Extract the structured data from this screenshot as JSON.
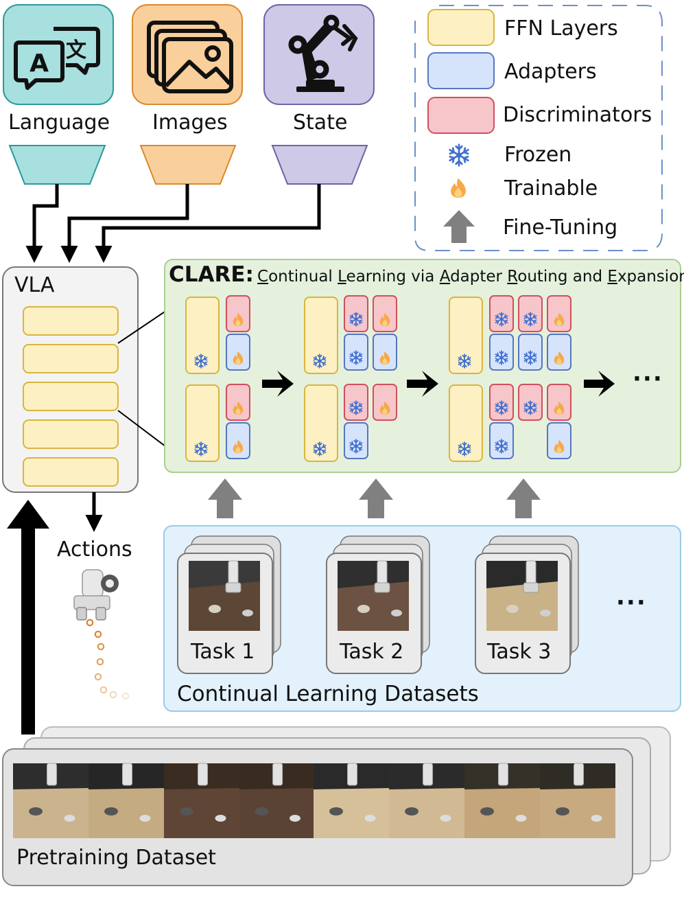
{
  "modalities": [
    {
      "label": "Language",
      "icon": "language-translate-icon",
      "fill": "#a8dfdf",
      "stroke": "#2a9a9a"
    },
    {
      "label": "Images",
      "icon": "images-stack-icon",
      "fill": "#f9cf9c",
      "stroke": "#d98a2c"
    },
    {
      "label": "State",
      "icon": "robot-arm-icon",
      "fill": "#cdc9e6",
      "stroke": "#6d63a8"
    }
  ],
  "legend": {
    "items": [
      {
        "label": "FFN Layers",
        "kind": "ffn"
      },
      {
        "label": "Adapters",
        "kind": "adapter"
      },
      {
        "label": "Discriminators",
        "kind": "discriminator"
      },
      {
        "label": "Frozen",
        "kind": "snowflake-icon"
      },
      {
        "label": "Trainable",
        "kind": "flame-icon"
      },
      {
        "label": "Fine-Tuning",
        "kind": "up-arrow-icon"
      }
    ]
  },
  "vla": {
    "label": "VLA",
    "layer_count": 5
  },
  "actions_label": "Actions",
  "clare": {
    "title": "CLARE:",
    "subtitle_parts": [
      {
        "text": "C",
        "u": true
      },
      {
        "text": "ontinual ",
        "u": false
      },
      {
        "text": "L",
        "u": true
      },
      {
        "text": "earning via ",
        "u": false
      },
      {
        "text": "A",
        "u": true
      },
      {
        "text": "dapter ",
        "u": false
      },
      {
        "text": "R",
        "u": true
      },
      {
        "text": "outing and ",
        "u": false
      },
      {
        "text": "E",
        "u": true
      },
      {
        "text": "xpansion",
        "u": false
      }
    ],
    "continuation": "···"
  },
  "datasets": {
    "tasks": [
      "Task 1",
      "Task 2",
      "Task 3"
    ],
    "label": "Continual Learning Datasets",
    "continuation": "···"
  },
  "pretraining": {
    "label": "Pretraining Dataset"
  },
  "colors": {
    "ffn_fill": "#fdf0c2",
    "ffn_stroke": "#d8b540",
    "adapter_fill": "#d6e4fb",
    "adapter_stroke": "#5577c0",
    "disc_fill": "#f7c6cb",
    "disc_stroke": "#d04f5c",
    "clare_fill": "#e5f1dc",
    "clare_stroke": "#a9cf8f",
    "cl_fill": "#e2f1fb",
    "cl_stroke": "#9ccbe4",
    "frozen": "#3f6fd0",
    "flame": "#f4a23a"
  }
}
